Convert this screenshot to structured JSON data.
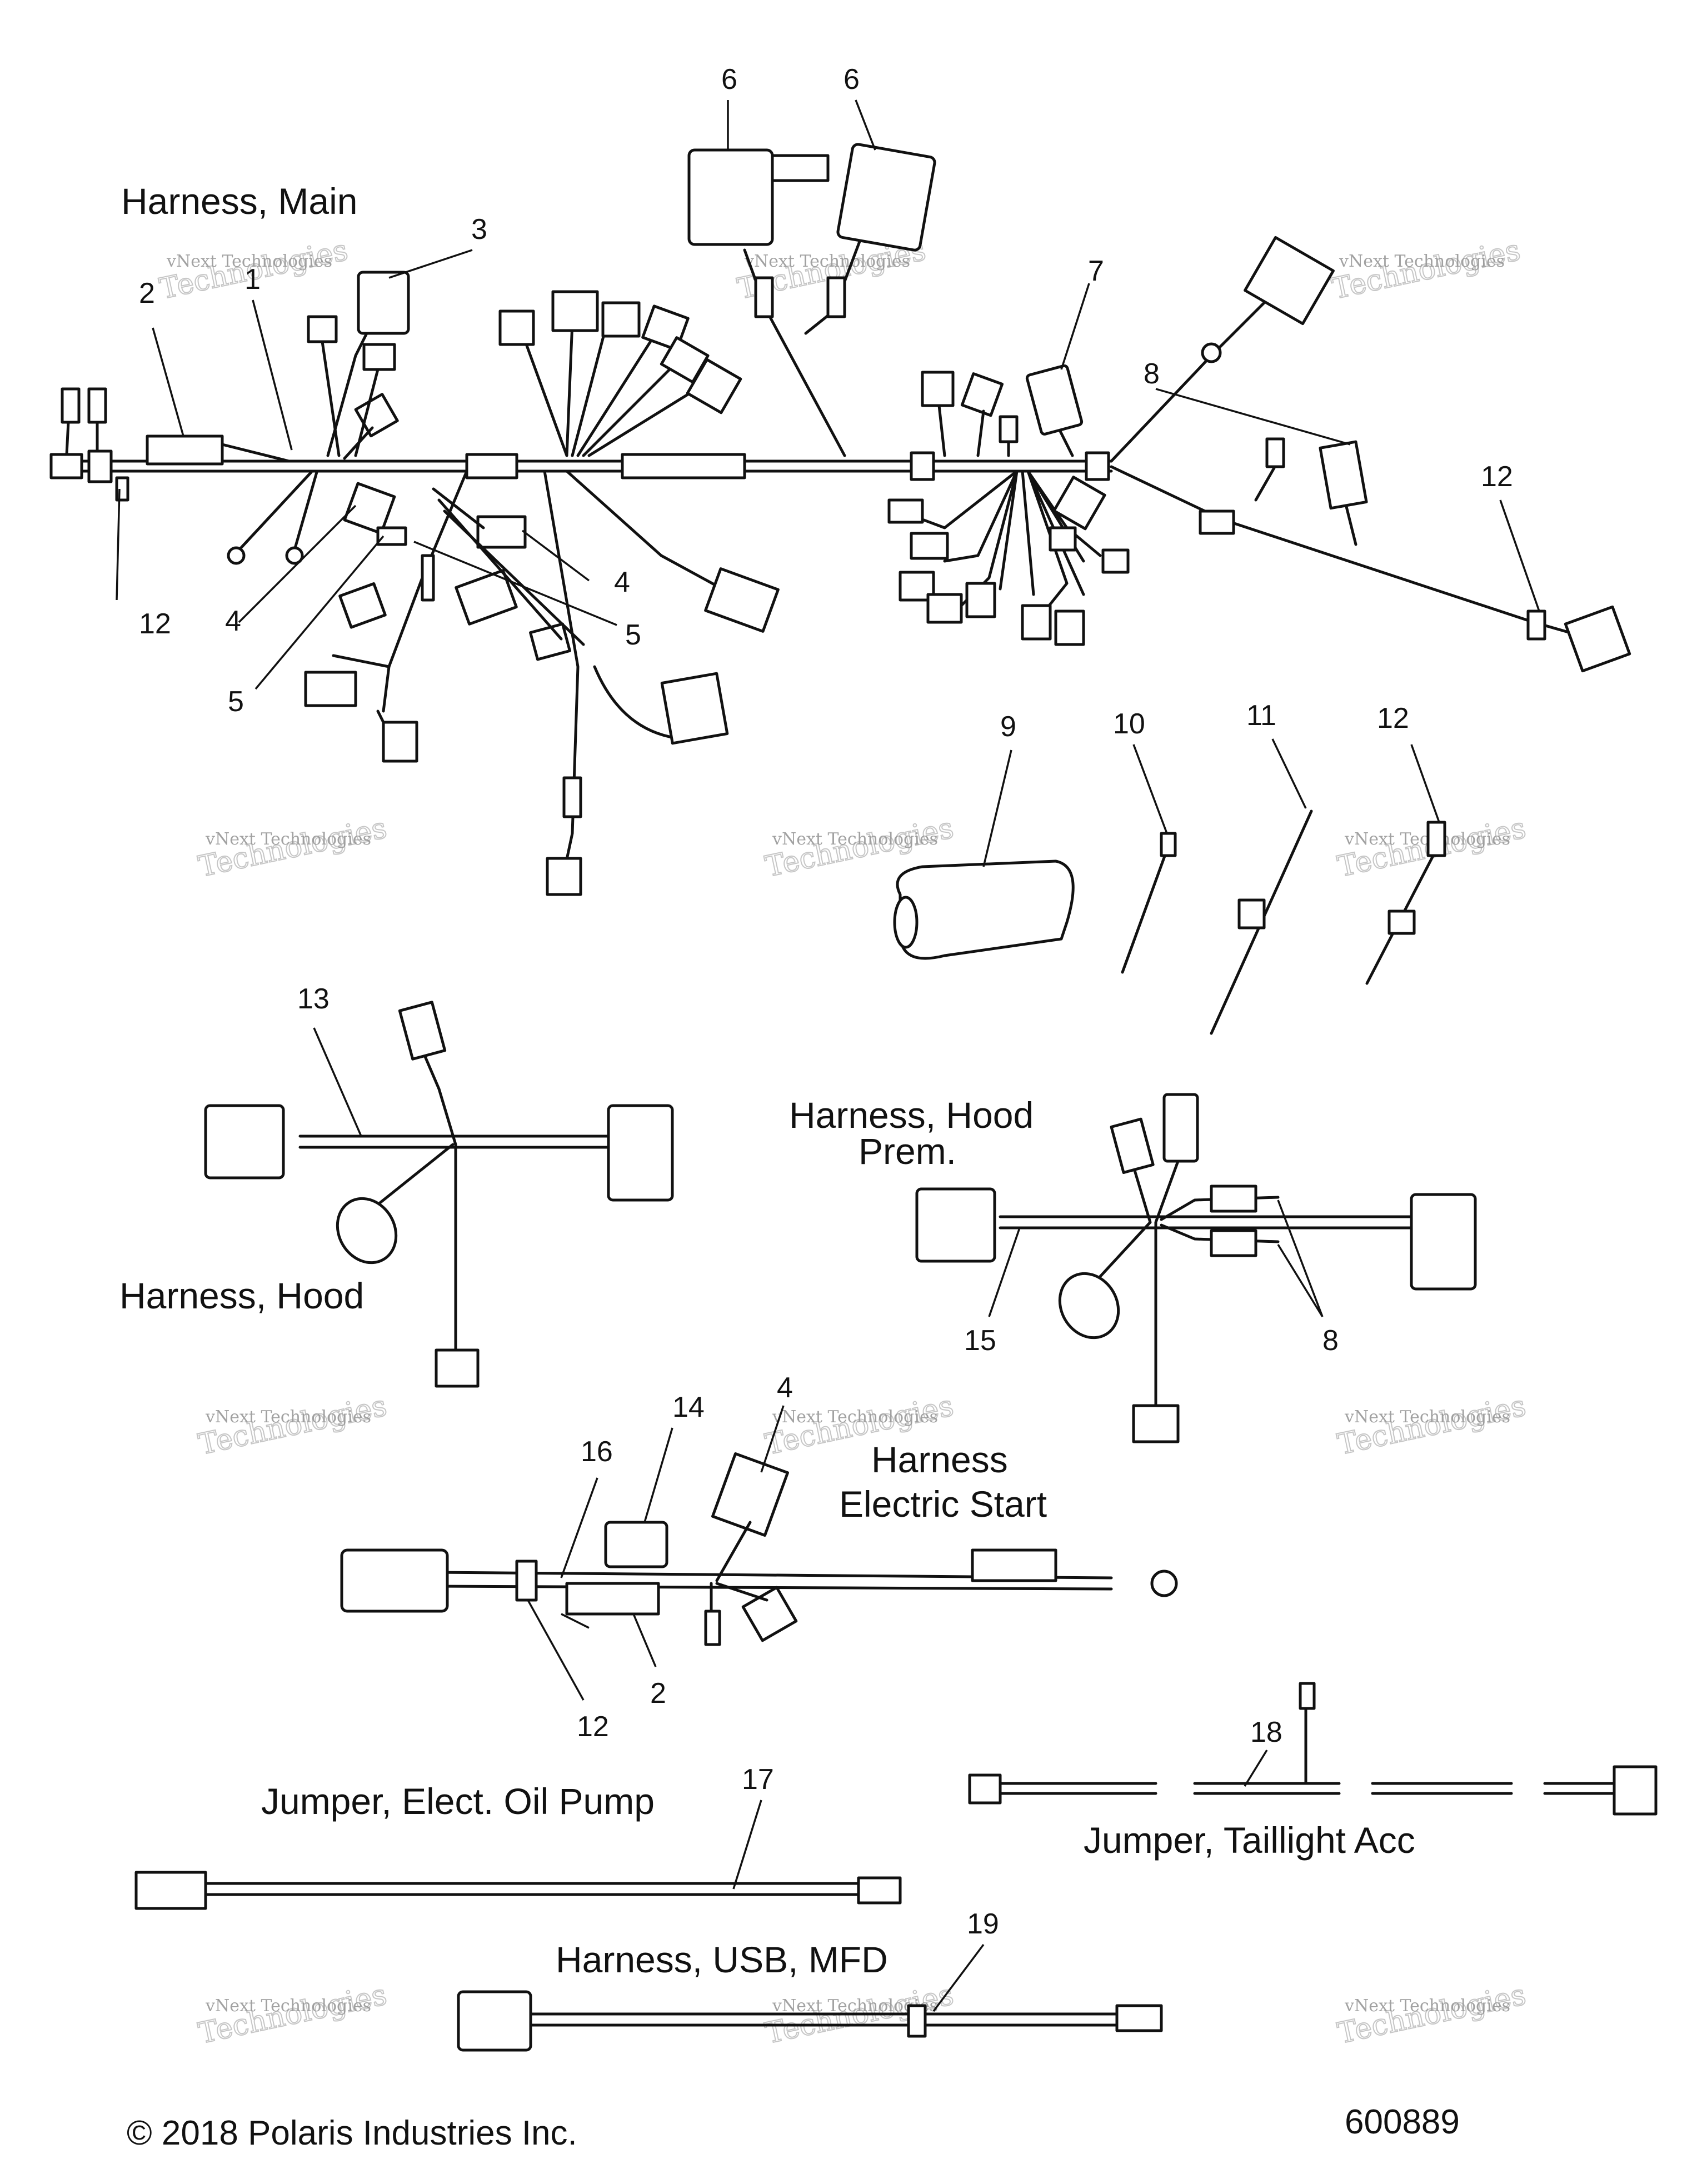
{
  "titles": {
    "harness_main": "Harness, Main",
    "harness_hood": "Harness, Hood",
    "harness_hood_prem_line1": "Harness, Hood",
    "harness_hood_prem_line2": "Prem.",
    "harness_electric_start_line1": "Harness",
    "harness_electric_start_line2": "Electric Start",
    "jumper_oil_pump": "Jumper, Elect. Oil Pump",
    "jumper_taillight": "Jumper, Taillight Acc",
    "harness_usb": "Harness, USB, MFD"
  },
  "callouts": {
    "c1": "1",
    "c2": "2",
    "c3": "3",
    "c4": "4",
    "c5": "5",
    "c6": "6",
    "c7": "7",
    "c8": "8",
    "c9": "9",
    "c10": "10",
    "c11": "11",
    "c12": "12",
    "c13": "13",
    "c14": "14",
    "c15": "15",
    "c16": "16",
    "c17": "17",
    "c18": "18",
    "c19": "19"
  },
  "watermark": {
    "small": "vNext Technologies",
    "large": "Technologies"
  },
  "footer": {
    "copyright": "© 2018 Polaris Industries Inc.",
    "figure_number": "600889"
  }
}
